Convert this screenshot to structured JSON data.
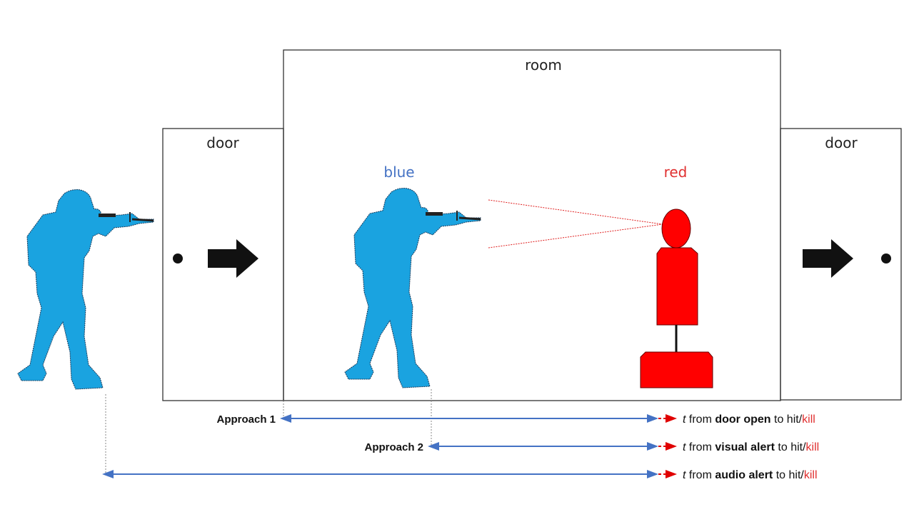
{
  "labels": {
    "room": "room",
    "door_left": "door",
    "door_right": "door",
    "blue": "blue",
    "red": "red"
  },
  "approaches": [
    {
      "label": "Approach 1",
      "t": "t",
      "from": " from ",
      "trigger": "door open",
      "to": " to hit/",
      "kill": "kill"
    },
    {
      "label": "Approach 2",
      "t": "t",
      "from": " from ",
      "trigger": "visual alert",
      "to": " to hit/",
      "kill": "kill"
    },
    {
      "label": "",
      "t": "t",
      "from": " from ",
      "trigger": "audio alert",
      "to": " to hit/",
      "kill": "kill"
    }
  ],
  "colors": {
    "soldier": "#1aa3e0",
    "target": "#ff0000",
    "blue_text": "#4472c4",
    "red_text": "#e03030",
    "arrow_line": "#4472c4",
    "frame": "#333333"
  },
  "icons": [
    "soldier-icon",
    "target-mannequin-icon",
    "arrow-right-icon",
    "dot-icon"
  ]
}
